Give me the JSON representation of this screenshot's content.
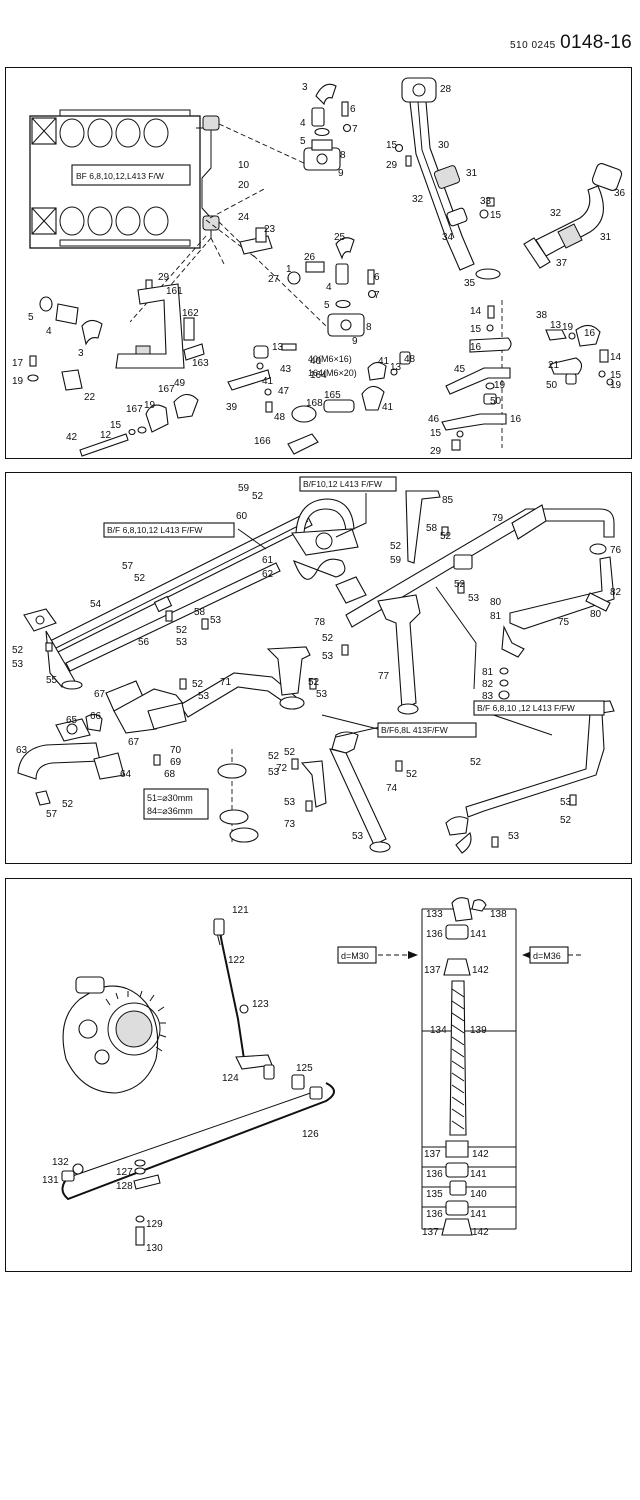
{
  "header": {
    "doc_number_small": "510 0245",
    "doc_number_large": "0148-16"
  },
  "panel1": {
    "engine_label": "BF 6,8,10,12,L413 F/W",
    "bolt_note_1": "40(M6×16)",
    "bolt_note_2": "164(M6×20)",
    "callouts": [
      "3",
      "6",
      "4",
      "7",
      "5",
      "8",
      "9",
      "10",
      "20",
      "24",
      "23",
      "25",
      "26",
      "1",
      "27",
      "6",
      "4",
      "7",
      "5",
      "8",
      "9",
      "28",
      "30",
      "15",
      "29",
      "31",
      "32",
      "33",
      "15",
      "34",
      "35",
      "36",
      "32",
      "31",
      "37",
      "29",
      "161",
      "162",
      "163",
      "5",
      "4",
      "3",
      "17",
      "19",
      "22",
      "13",
      "40",
      "164",
      "43",
      "41",
      "47",
      "48",
      "39",
      "167",
      "49",
      "19",
      "167",
      "15",
      "12",
      "42",
      "168",
      "165",
      "166",
      "41",
      "13",
      "48",
      "41",
      "14",
      "15",
      "16",
      "45",
      "19",
      "50",
      "46",
      "15",
      "16",
      "29",
      "38",
      "13",
      "19",
      "16",
      "21",
      "14",
      "15",
      "50",
      "19"
    ]
  },
  "panel2": {
    "variant_bf10": "B/F10,12 L413 F/FW",
    "variant_bf6_left": "B/F 6,8,10,12 L413 F/FW",
    "variant_bf6_right": "B/F 6,8,10 ,12 L413 F/FW",
    "variant_bf68": "B/F6,8L 413F/FW",
    "dim_51": "51=⌀30mm",
    "dim_84": "84=⌀36mm",
    "callouts": [
      "59",
      "52",
      "60",
      "61",
      "62",
      "85",
      "58",
      "52",
      "52",
      "59",
      "79",
      "76",
      "57",
      "52",
      "54",
      "56",
      "58",
      "53",
      "52",
      "53",
      "52",
      "53",
      "55",
      "78",
      "52",
      "53",
      "52",
      "53",
      "77",
      "80",
      "81",
      "82",
      "80",
      "75",
      "81",
      "82",
      "83",
      "67",
      "52",
      "53",
      "71",
      "52",
      "53",
      "66",
      "65",
      "67",
      "70",
      "69",
      "68",
      "63",
      "64",
      "57",
      "52",
      "72",
      "52",
      "53",
      "52",
      "53",
      "73",
      "53",
      "52",
      "74",
      "52",
      "53",
      "52",
      "53"
    ]
  },
  "panel3": {
    "dim_m30": "d=M30",
    "dim_m36": "d=M36",
    "callouts": [
      "121",
      "122",
      "123",
      "124",
      "125",
      "126",
      "132",
      "131",
      "127",
      "128",
      "129",
      "130",
      "133",
      "138",
      "136",
      "141",
      "137",
      "142",
      "134",
      "139",
      "137",
      "142",
      "136",
      "141",
      "135",
      "140",
      "136",
      "141",
      "137",
      "142"
    ]
  }
}
